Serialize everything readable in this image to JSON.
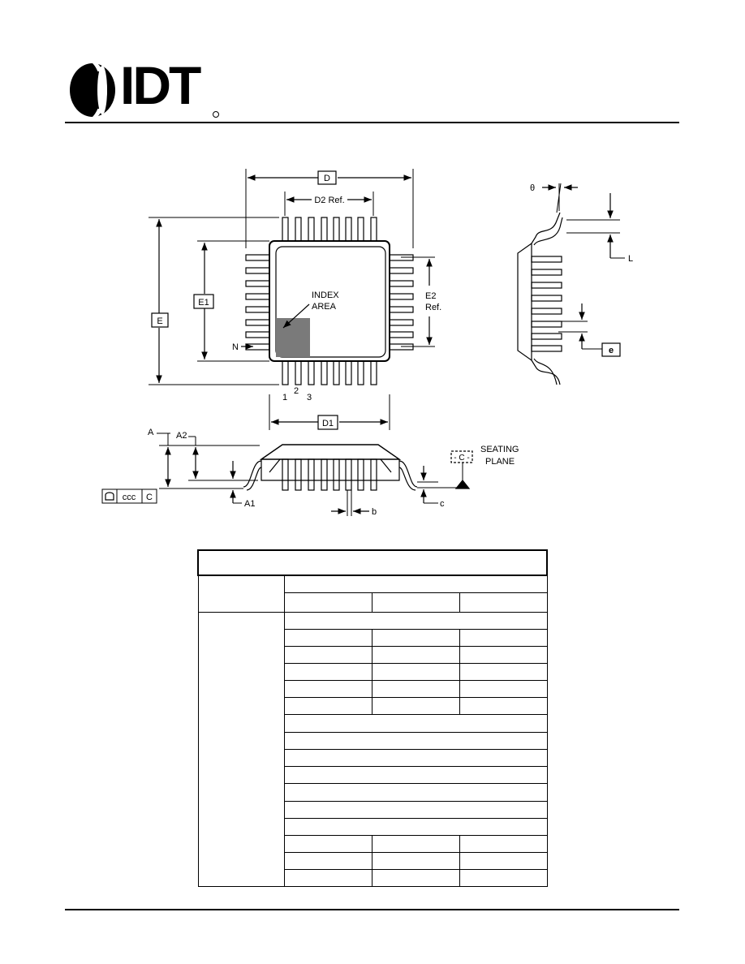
{
  "header": {
    "logo_text": "IDT"
  },
  "drawing": {
    "top_view": {
      "label_D": "D",
      "label_D2": "D2 Ref.",
      "label_E": "E",
      "label_E1": "E1",
      "label_E2_line1": "E2",
      "label_E2_line2": "Ref.",
      "label_index_line1": "INDEX",
      "label_index_line2": "AREA",
      "label_N": "N",
      "pin_1": "1",
      "pin_2": "2",
      "pin_3": "3",
      "label_D1": "D1"
    },
    "side_view": {
      "label_theta": "θ",
      "label_L": "L",
      "label_e": "e"
    },
    "profile_view": {
      "label_A": "A",
      "label_A2": "A2",
      "label_A1": "A1",
      "label_b": "b",
      "label_c": "c",
      "datum_C": "- C -",
      "seating_line1": "SEATING",
      "seating_line2": "PLANE",
      "tolerance_ccc": "ccc",
      "tolerance_datum": "C"
    }
  },
  "table": {
    "rows": 16
  }
}
